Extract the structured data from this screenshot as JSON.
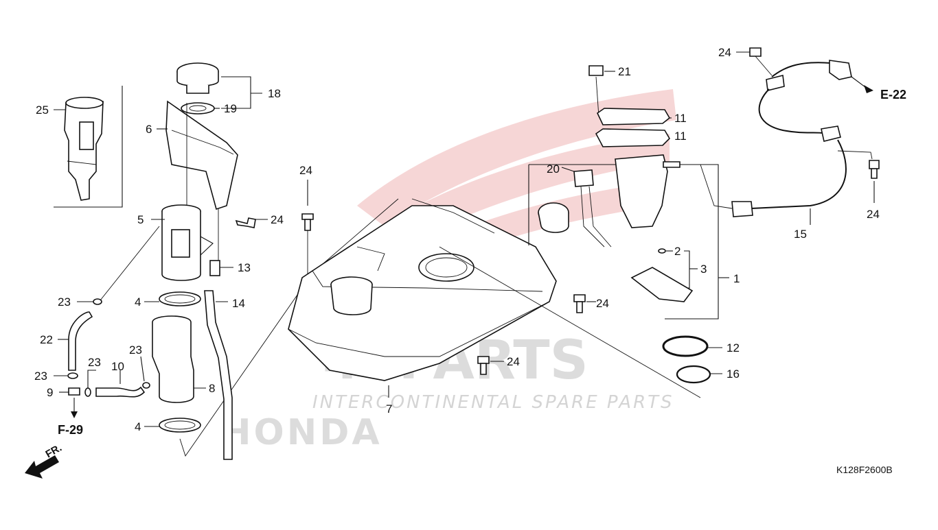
{
  "diagram": {
    "code": "K128F2600B",
    "refs": {
      "e22": "E-22",
      "f29": "F-29",
      "front": "FR."
    },
    "watermark": {
      "brand": "4SPARTS",
      "tagline": "INTERCONTINENTAL SPARE PARTS",
      "maker": "HONDA"
    },
    "callouts": {
      "c1": "1",
      "c2": "2",
      "c3": "3",
      "c4a": "4",
      "c4b": "4",
      "c5": "5",
      "c6": "6",
      "c7": "7",
      "c8": "8",
      "c9": "9",
      "c10": "10",
      "c11a": "11",
      "c11b": "11",
      "c12": "12",
      "c13": "13",
      "c14": "14",
      "c15": "15",
      "c16": "16",
      "c18": "18",
      "c19": "19",
      "c20": "20",
      "c21": "21",
      "c22": "22",
      "c23a": "23",
      "c23b": "23",
      "c23c": "23",
      "c23d": "23",
      "c24a": "24",
      "c24b": "24",
      "c24c": "24",
      "c24d": "24",
      "c24e": "24",
      "c24f": "24",
      "c25": "25"
    }
  }
}
